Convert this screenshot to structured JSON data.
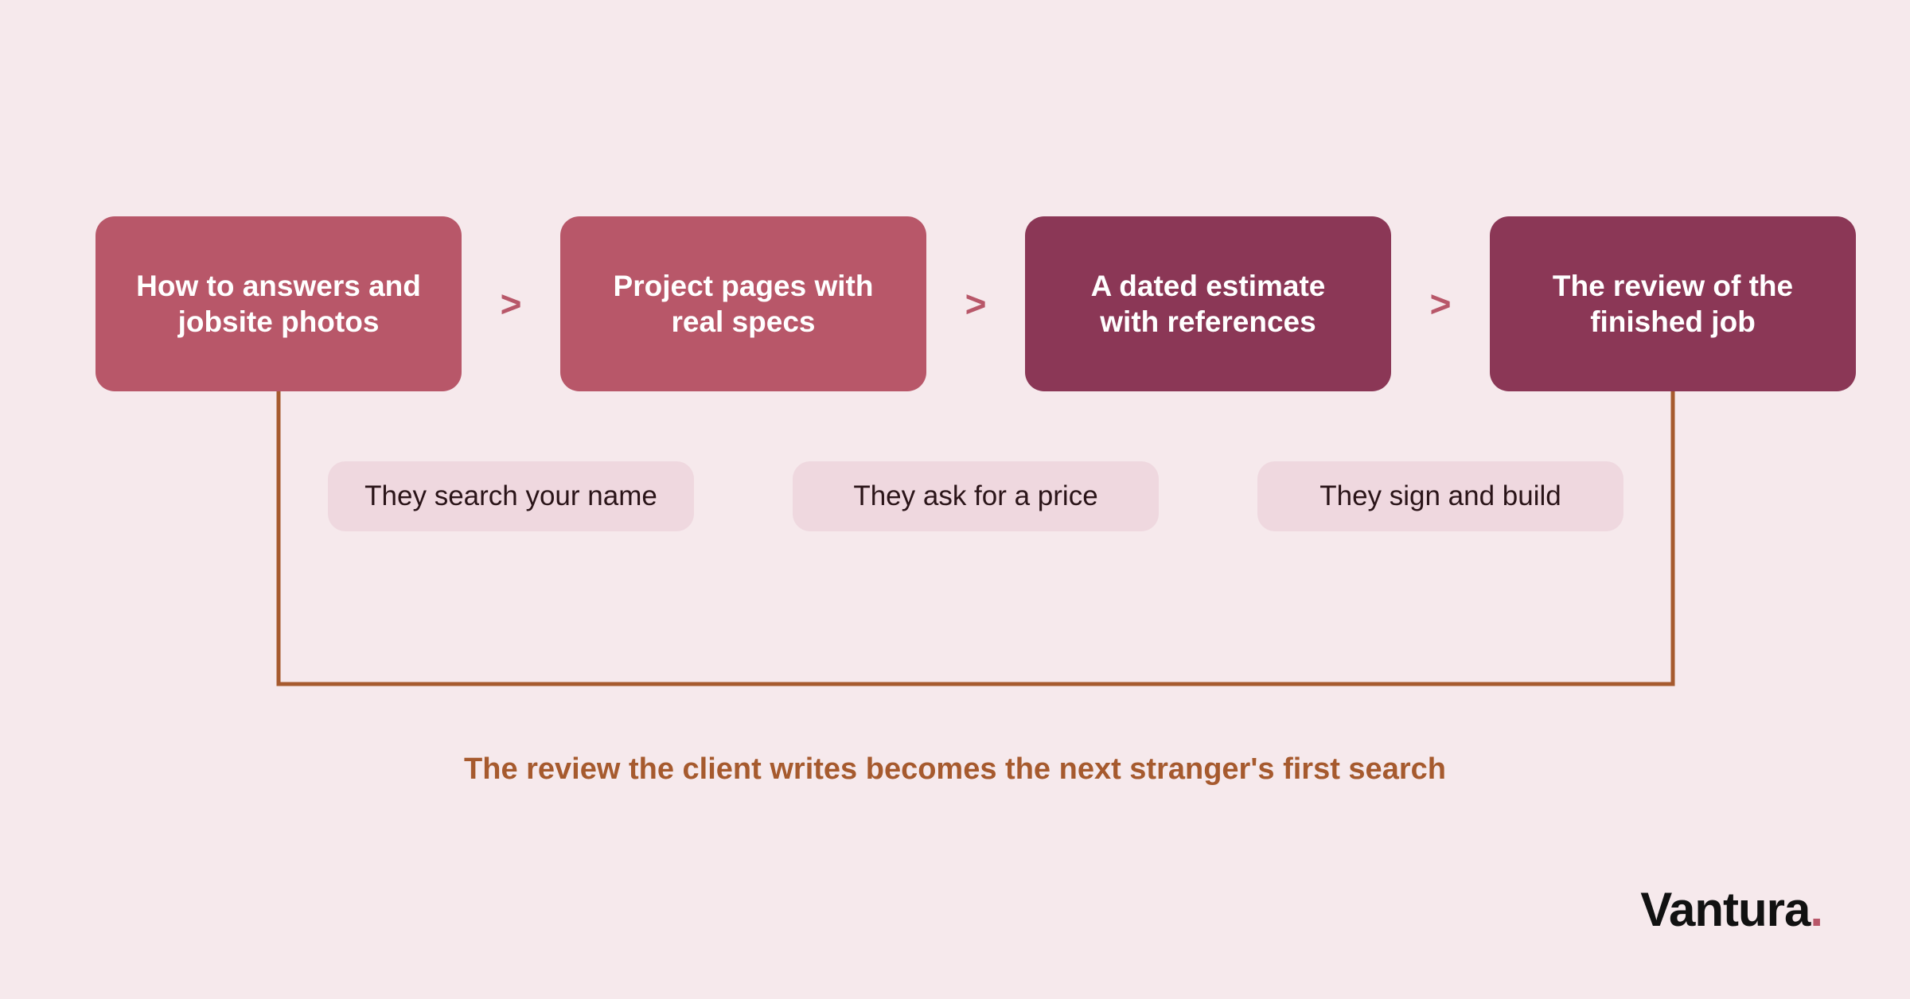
{
  "stages": [
    {
      "lines": [
        "How to answers and",
        "jobsite photos"
      ],
      "tone": "light"
    },
    {
      "lines": [
        "Project pages with",
        "real specs"
      ],
      "tone": "light"
    },
    {
      "lines": [
        "A dated estimate",
        "with references"
      ],
      "tone": "dark"
    },
    {
      "lines": [
        "The review of the",
        "finished job"
      ],
      "tone": "dark"
    }
  ],
  "arrow_glyph": ">",
  "actions": [
    "They search your name",
    "They ask for a price",
    "They sign and build"
  ],
  "loop_caption": "The review the client writes becomes the next stranger's first search",
  "brand": {
    "name": "Vantura",
    "dot": "."
  },
  "colors": {
    "background": "#f6e9ec",
    "stage_light": "#b85769",
    "stage_dark": "#8b3756",
    "action_pill": "#efd8df",
    "loop_line": "#a65a2e",
    "caption_text": "#a65a2e",
    "brand_dot": "#b85769"
  }
}
